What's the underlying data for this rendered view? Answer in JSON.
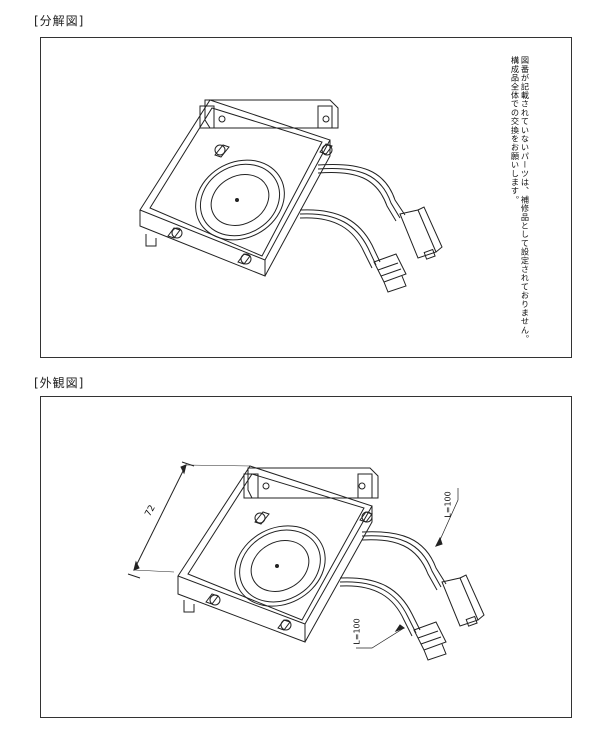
{
  "sections": {
    "exploded_title": "[分解図]",
    "exterior_title": "[外観図]"
  },
  "note": {
    "line1": "図番が記載されていないパーツは、補修品として設定されておりません。",
    "line2": "構成品全体での交換をお願いします。"
  },
  "dimensions": {
    "width": "72",
    "lead_1": "L=100",
    "lead_2": "L=100"
  },
  "colors": {
    "line": "#222222",
    "frame": "#333333"
  }
}
